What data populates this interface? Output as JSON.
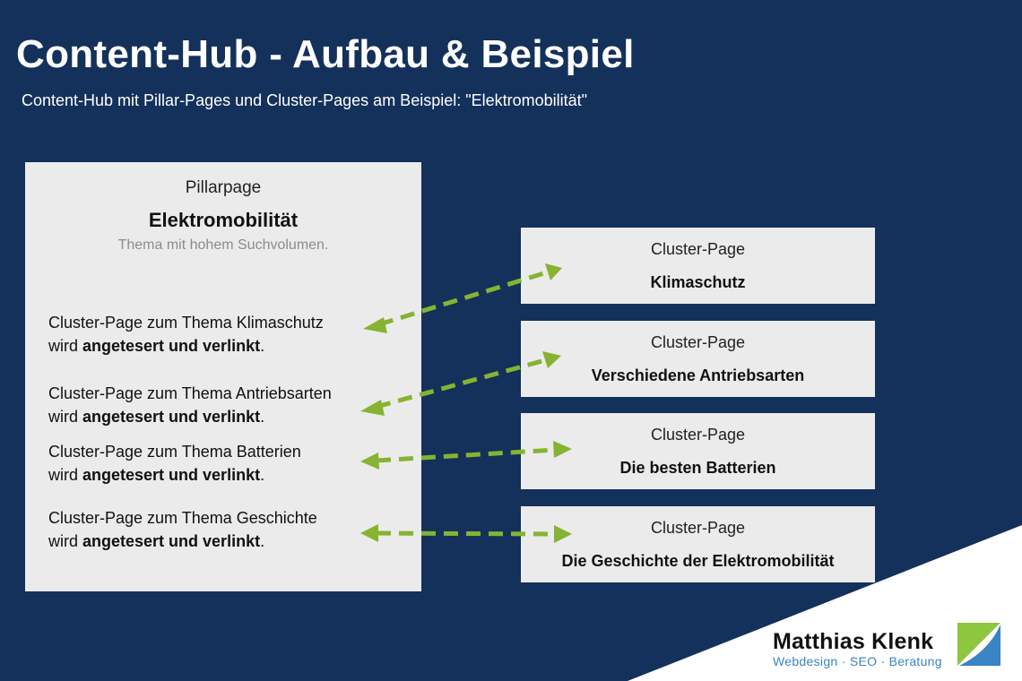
{
  "header": {
    "title": "Content-Hub - Aufbau & Beispiel",
    "subtitle": "Content-Hub mit Pillar-Pages und Cluster-Pages am Beispiel: \"Elektromobilität\""
  },
  "pillar": {
    "label": "Pillarpage",
    "name": "Elektromobilität",
    "description": "Thema mit hohem Suchvolumen.",
    "items": [
      {
        "line1": "Cluster-Page zum Thema Klimaschutz",
        "prefix": "wird ",
        "bold": "angetesert und verlinkt",
        "suffix": "."
      },
      {
        "line1": "Cluster-Page zum Thema Antriebsarten",
        "prefix": "wird ",
        "bold": "angetesert und verlinkt",
        "suffix": "."
      },
      {
        "line1": "Cluster-Page zum Thema Batterien",
        "prefix": "wird ",
        "bold": "angetesert und verlinkt",
        "suffix": "."
      },
      {
        "line1": "Cluster-Page zum Thema Geschichte",
        "prefix": "wird ",
        "bold": "angetesert und verlinkt",
        "suffix": "."
      }
    ]
  },
  "clusters": [
    {
      "label": "Cluster-Page",
      "title": "Klimaschutz"
    },
    {
      "label": "Cluster-Page",
      "title": "Verschiedene Antriebsarten"
    },
    {
      "label": "Cluster-Page",
      "title": "Die besten Batterien"
    },
    {
      "label": "Cluster-Page",
      "title": "Die Geschichte der Elektromobilität"
    }
  ],
  "colors": {
    "background": "#13315a",
    "arrow": "#86b332",
    "box": "#ebebeb",
    "brand_blue": "#3a83c4",
    "brand_green": "#8dc63f"
  },
  "brand": {
    "name": "Matthias Klenk",
    "tagline": "Webdesign · SEO · Beratung"
  }
}
